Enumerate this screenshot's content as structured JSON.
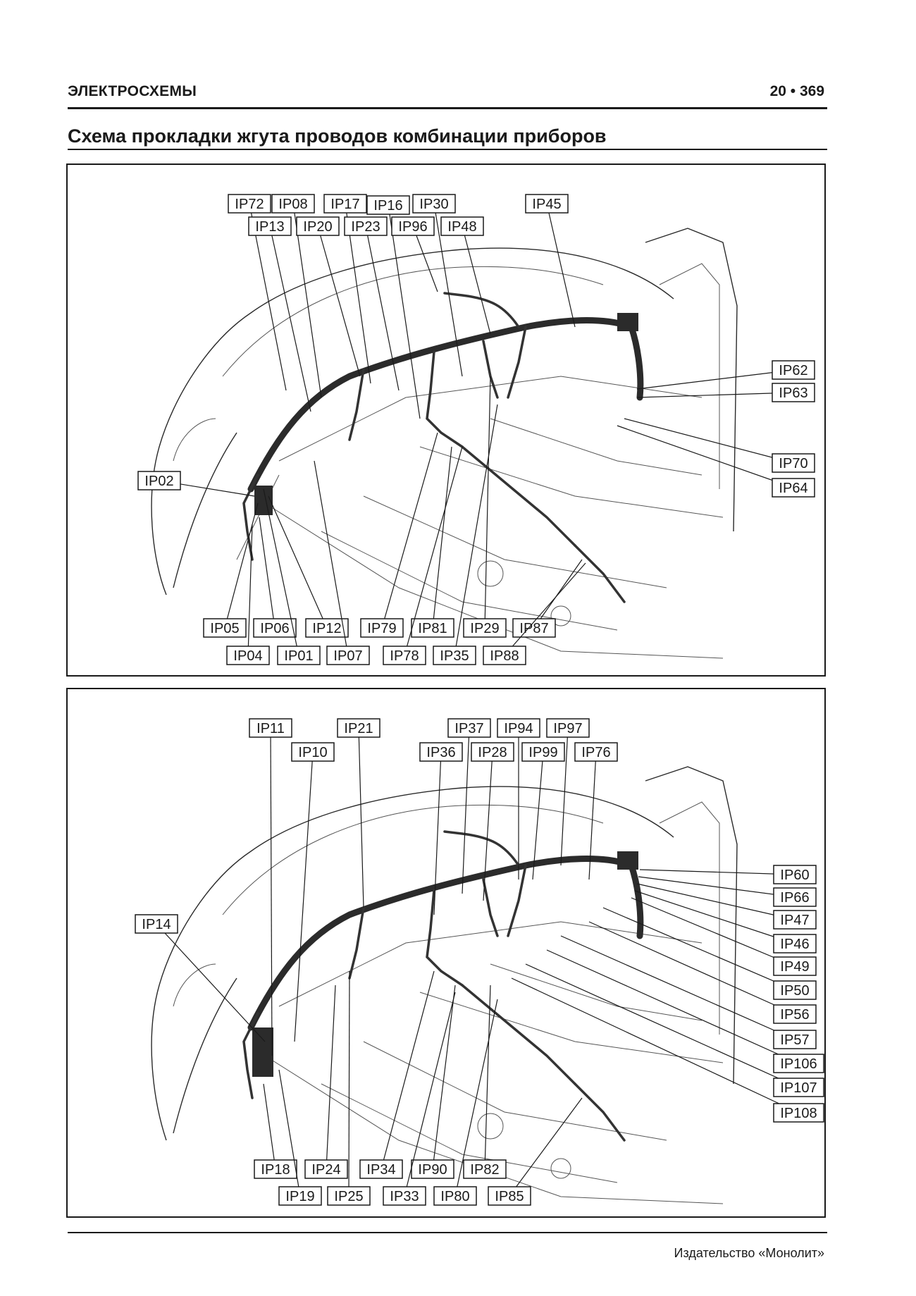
{
  "header": {
    "section": "ЭЛЕКТРОСХЕМЫ",
    "page_number": "20 • 369"
  },
  "title": "Схема прокладки жгута проводов комбинации приборов",
  "figure1": {
    "labels": [
      "IP72",
      "IP08",
      "IP17",
      "IP16",
      "IP30",
      "IP45",
      "IP13",
      "IP20",
      "IP23",
      "IP96",
      "IP48",
      "IP62",
      "IP63",
      "IP70",
      "IP64",
      "IP02",
      "IP05",
      "IP06",
      "IP12",
      "IP79",
      "IP81",
      "IP29",
      "IP87",
      "IP04",
      "IP01",
      "IP07",
      "IP78",
      "IP35",
      "IP88"
    ]
  },
  "figure2": {
    "labels": [
      "IP11",
      "IP21",
      "IP37",
      "IP94",
      "IP97",
      "IP10",
      "IP36",
      "IP28",
      "IP99",
      "IP76",
      "IP60",
      "IP66",
      "IP47",
      "IP46",
      "IP49",
      "IP50",
      "IP56",
      "IP57",
      "IP106",
      "IP107",
      "IP108",
      "IP14",
      "IP18",
      "IP24",
      "IP34",
      "IP90",
      "IP82",
      "IP19",
      "IP25",
      "IP33",
      "IP80",
      "IP85"
    ]
  },
  "footer": "Издательство «Монолит»"
}
